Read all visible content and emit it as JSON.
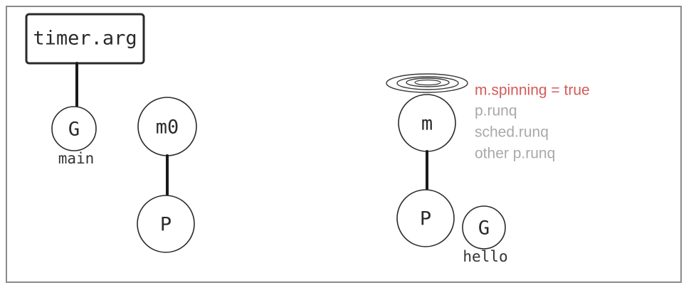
{
  "diagram": {
    "left": {
      "box_label": "timer.arg",
      "goroutine_label": "G",
      "goroutine_caption": "main",
      "machine_label": "m0",
      "processor_label": "P"
    },
    "right": {
      "machine_label": "m",
      "processor_label": "P",
      "goroutine_label": "G",
      "goroutine_caption": "hello",
      "notes": [
        "m.spinning = true",
        "p.runq",
        "sched.runq",
        "other p.runq"
      ]
    },
    "colors": {
      "highlight": "#d45a5a",
      "muted": "#a9a9a9",
      "stroke": "#2a2a2a"
    }
  }
}
